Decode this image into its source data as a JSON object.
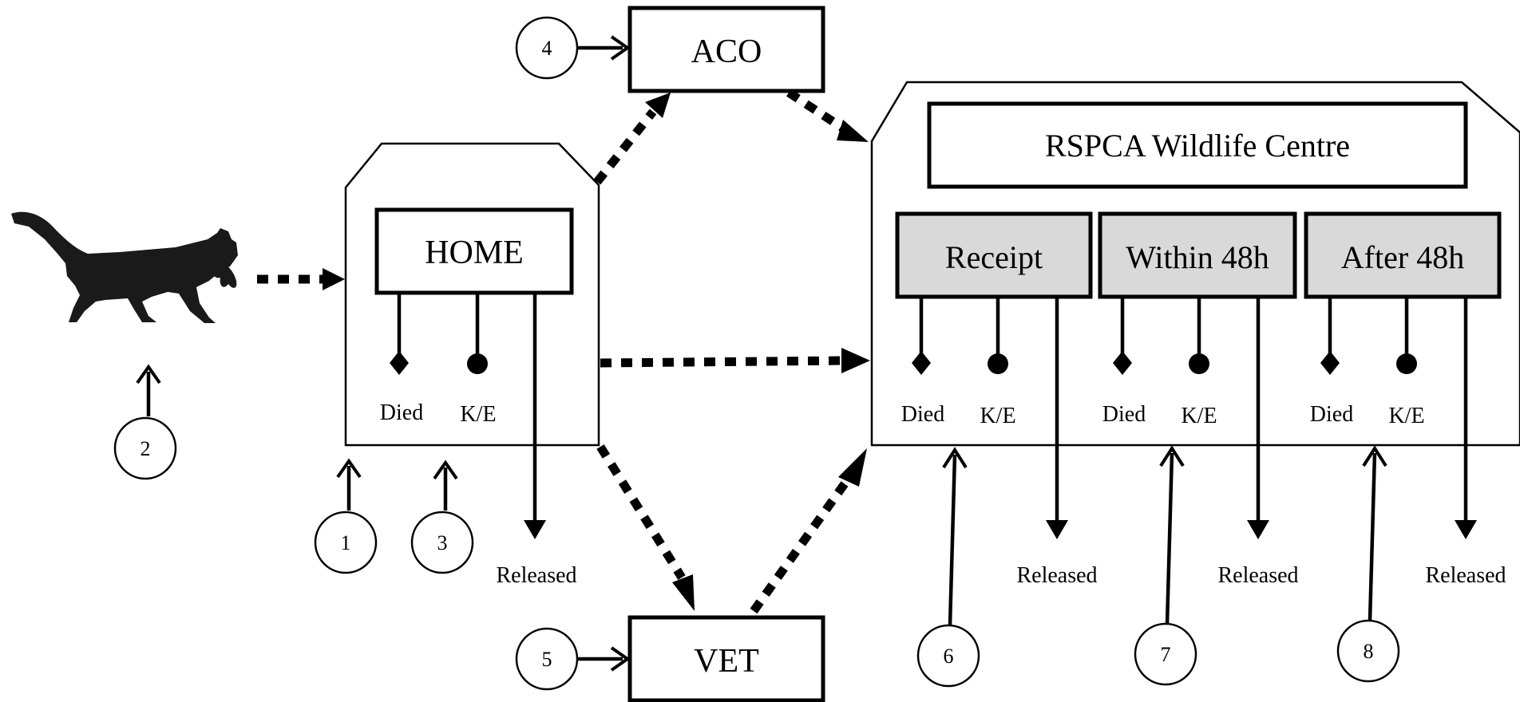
{
  "nodes": {
    "home": "HOME",
    "aco": "ACO",
    "vet": "VET",
    "rspca": "RSPCA Wildlife Centre",
    "receipt": "Receipt",
    "within48": "Within 48h",
    "after48": "After 48h"
  },
  "outcomes": {
    "died": "Died",
    "ke": "K/E",
    "released": "Released"
  },
  "callouts": [
    "1",
    "2",
    "3",
    "4",
    "5",
    "6",
    "7",
    "8"
  ],
  "icons": {
    "cat": "cat-with-prey-silhouette-icon",
    "died_marker": "diamond-marker",
    "ke_marker": "circle-marker"
  }
}
